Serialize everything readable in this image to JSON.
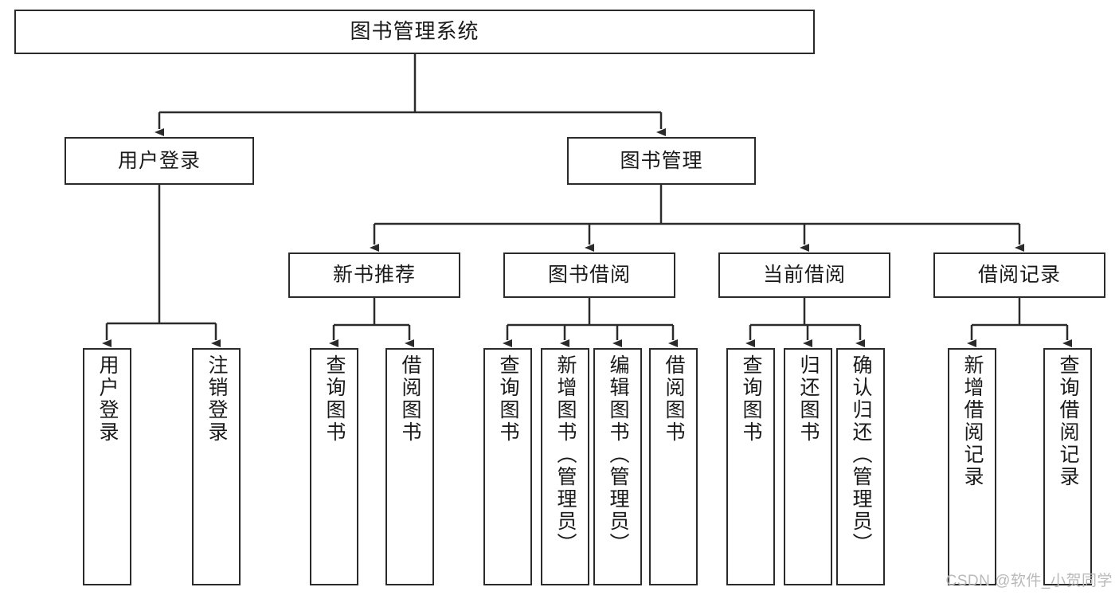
{
  "diagram": {
    "title": "图书管理系统",
    "watermark": "CSDN @软件_小贺同学",
    "stroke_color": "#2b2b2b",
    "background_color": "#ffffff",
    "text_color": "#1a1a1a"
  },
  "nodes": {
    "root": {
      "label": "图书管理系统"
    },
    "level2": [
      {
        "label": "用户登录"
      },
      {
        "label": "图书管理"
      }
    ],
    "level3": [
      {
        "label": "新书推荐"
      },
      {
        "label": "图书借阅"
      },
      {
        "label": "当前借阅"
      },
      {
        "label": "借阅记录"
      }
    ],
    "leaves": [
      {
        "label": "用户登录"
      },
      {
        "label": "注销登录"
      },
      {
        "label": "查询图书"
      },
      {
        "label": "借阅图书"
      },
      {
        "label": "查询图书"
      },
      {
        "label": "新增图书（管理员）"
      },
      {
        "label": "编辑图书（管理员）"
      },
      {
        "label": "借阅图书"
      },
      {
        "label": "查询图书"
      },
      {
        "label": "归还图书"
      },
      {
        "label": "确认归还（管理员）"
      },
      {
        "label": "新增借阅记录"
      },
      {
        "label": "查询借阅记录"
      }
    ]
  }
}
